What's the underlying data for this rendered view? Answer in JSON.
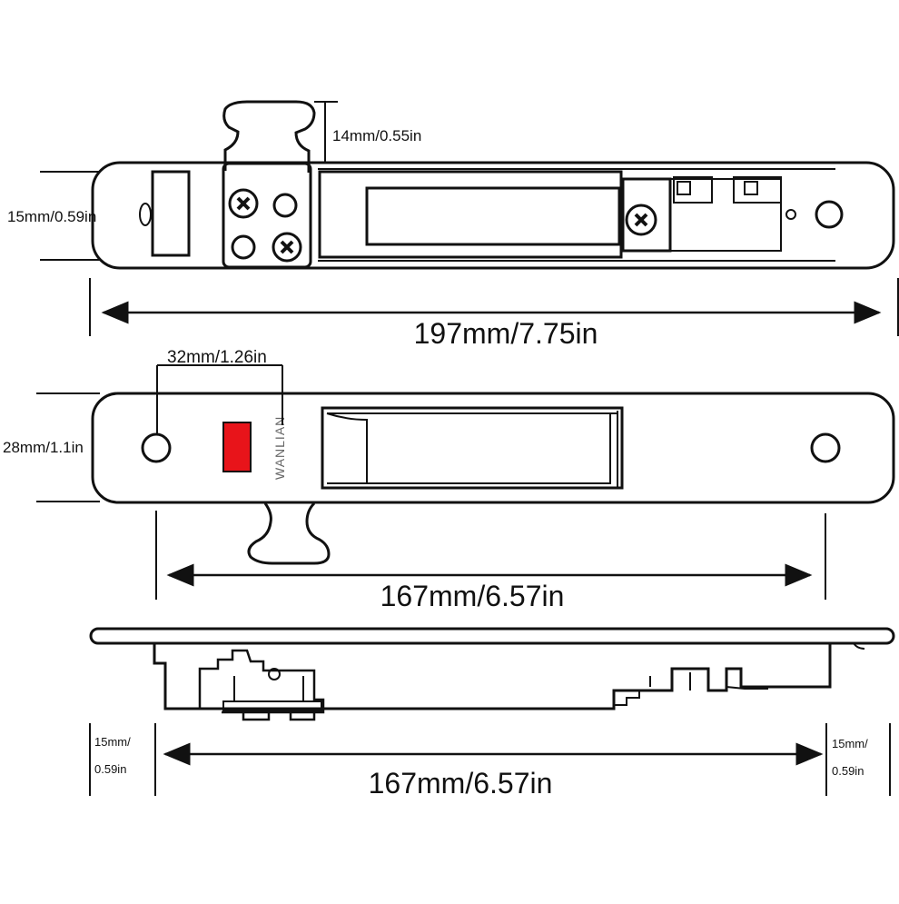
{
  "dimensions": {
    "top_tab_height": "14mm/0.55in",
    "top_width": "15mm/0.59in",
    "top_length": "197mm/7.75in",
    "hole_offset": "32mm/1.26in",
    "middle_width": "28mm/1.1in",
    "middle_length": "167mm/6.57in",
    "side_length": "167mm/6.57in",
    "left_margin_line1": "15mm/",
    "left_margin_line2": "0.59in",
    "right_margin_line1": "15mm/",
    "right_margin_line2": "0.59in"
  },
  "stamp": "WANLIAN",
  "colors": {
    "line": "#111111",
    "red_indicator": "#e8141a",
    "background": "#ffffff"
  }
}
